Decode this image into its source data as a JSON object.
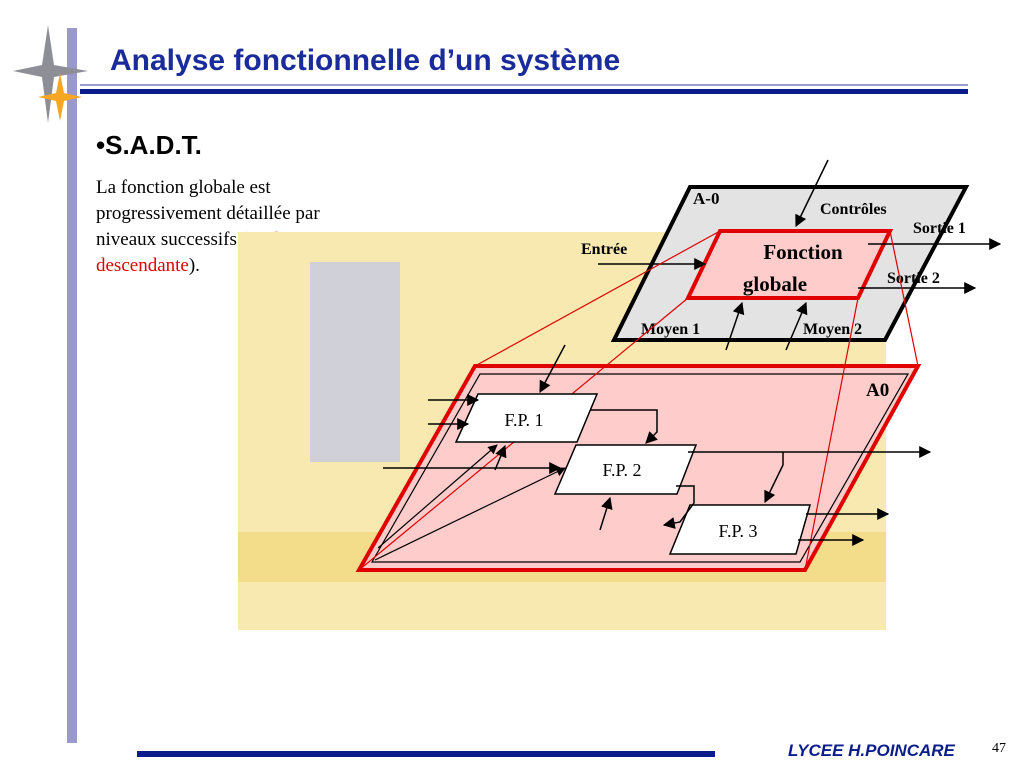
{
  "header": {
    "title": "Analyse fonctionnelle d’un système"
  },
  "content": {
    "bullet": "•S.A.D.T.",
    "text_before": "La fonction globale est progressivement détaillée par niveaux successifs (",
    "text_highlight": "analyse descendante",
    "text_after": ")."
  },
  "diagram": {
    "top_level": {
      "label": "A-0",
      "function_line1": "Fonction",
      "function_line2": "globale",
      "input": "Entrée",
      "control": "Contrôles",
      "output1": "Sortie 1",
      "output2": "Sortie 2",
      "mechanism1": "Moyen 1",
      "mechanism2": "Moyen 2"
    },
    "detail_level": {
      "label": "A0",
      "boxes": [
        "F.P. 1",
        "F.P. 2",
        "F.P. 3"
      ]
    },
    "colors": {
      "red": "#e00000",
      "pink": "#ffcccc",
      "gray": "#e3e3e3"
    }
  },
  "footer": {
    "school": "LYCEE H.POINCARE",
    "page": "47"
  }
}
